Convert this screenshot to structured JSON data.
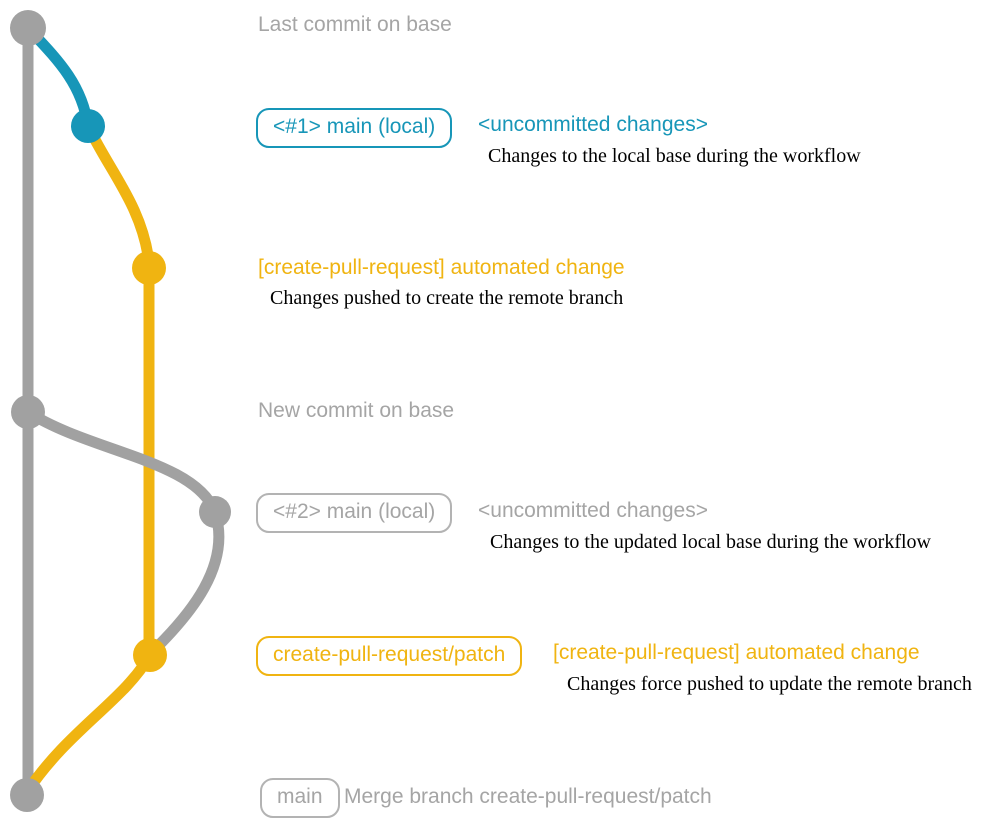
{
  "colors": {
    "teal": "#1796b8",
    "yellow": "#f0b411",
    "gray_line": "#a1a1a1",
    "gray_text": "#a5a5a5",
    "gray_border": "#b3b3b3",
    "desc": "#000000"
  },
  "icons": {
    "commit_node": "filled-circle",
    "branch_line": "curved-path"
  },
  "diagram": {
    "top_label": "Last commit on base",
    "row_local_1": {
      "badge": "<#1> main (local)",
      "title": "<uncommitted changes>",
      "desc": "Changes to the local base during the workflow"
    },
    "row_remote_1": {
      "title": "[create-pull-request] automated change",
      "desc": "Changes pushed to create the remote branch"
    },
    "mid_label": "New commit on base",
    "row_local_2": {
      "badge": "<#2> main (local)",
      "title": "<uncommitted changes>",
      "desc": "Changes to the updated local base during the workflow"
    },
    "row_remote_2": {
      "badge": "create-pull-request/patch",
      "title": "[create-pull-request] automated change",
      "desc": "Changes force pushed to update the remote branch"
    },
    "row_merge": {
      "badge": "main",
      "message": "Merge branch create-pull-request/patch"
    }
  }
}
